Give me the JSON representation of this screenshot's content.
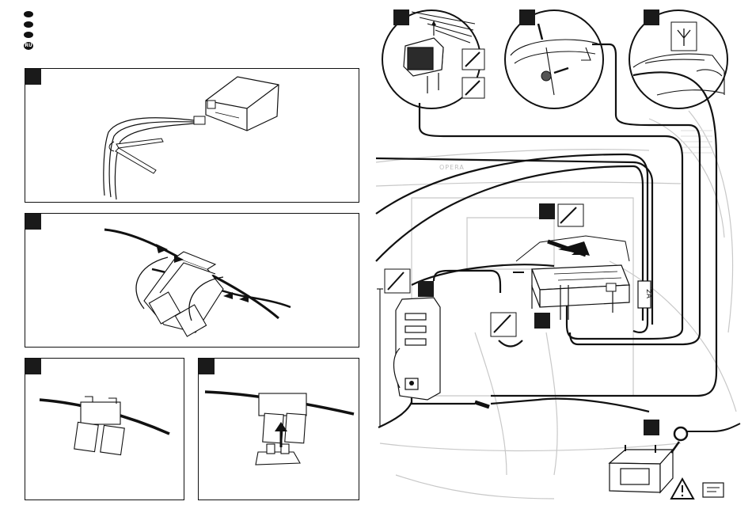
{
  "language_badges": [
    "",
    "",
    "",
    "RU"
  ],
  "right_panel": {
    "fuse_label": "2A",
    "dashboard_text": "OPERA"
  },
  "colors": {
    "ink": "#111111",
    "background": "#ffffff",
    "grey": "#bdbdbd"
  }
}
